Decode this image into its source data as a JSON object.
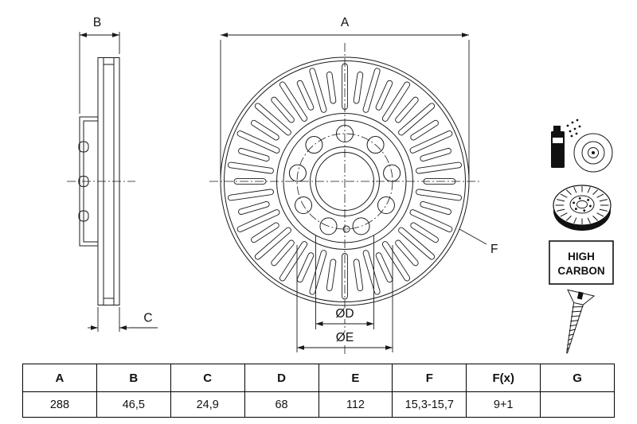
{
  "drawing": {
    "labels": {
      "a": "A",
      "b": "B",
      "c": "C",
      "d": "ØD",
      "e": "ØE",
      "f": "F"
    },
    "high_carbon": {
      "line1": "HIGH",
      "line2": "CARBON"
    }
  },
  "icons": {
    "icon1": "coating-spray-icon",
    "icon2": "brake-disc-3d-icon",
    "icon3": "high-carbon-badge",
    "icon4": "countersunk-screw-icon"
  },
  "table": {
    "headers": [
      "A",
      "B",
      "C",
      "D",
      "E",
      "F",
      "F(x)",
      "G"
    ],
    "values": [
      "288",
      "46,5",
      "24,9",
      "68",
      "112",
      "15,3-15,7",
      "9+1",
      ""
    ]
  }
}
